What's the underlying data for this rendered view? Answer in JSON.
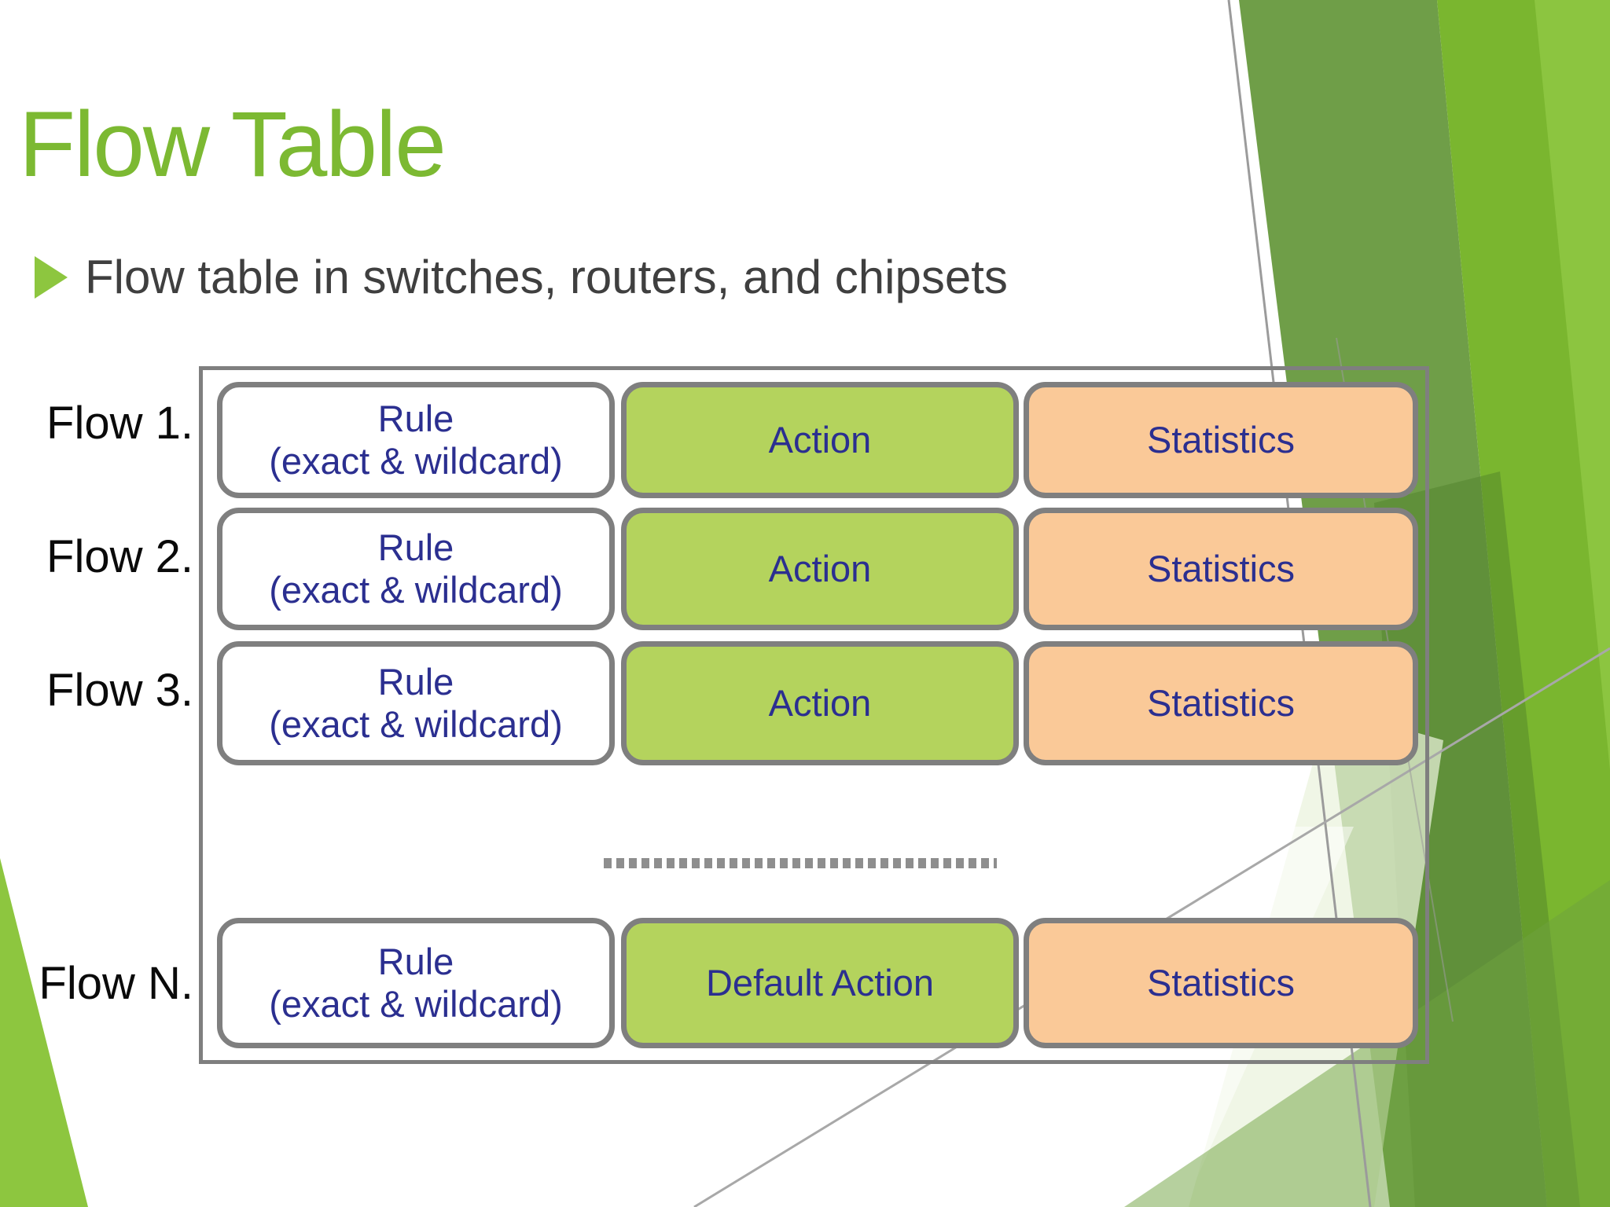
{
  "slide": {
    "title": "Flow Table",
    "bullet_text": "Flow table in switches, routers, and chipsets"
  },
  "flow_table": {
    "rows": [
      {
        "label": "Flow 1.",
        "rule_title": "Rule",
        "rule_detail": "(exact & wildcard)",
        "action": "Action",
        "statistics": "Statistics"
      },
      {
        "label": "Flow 2.",
        "rule_title": "Rule",
        "rule_detail": "(exact & wildcard)",
        "action": "Action",
        "statistics": "Statistics"
      },
      {
        "label": "Flow 3.",
        "rule_title": "Rule",
        "rule_detail": "(exact & wildcard)",
        "action": "Action",
        "statistics": "Statistics"
      },
      {
        "label": "Flow N.",
        "rule_title": "Rule",
        "rule_detail": "(exact & wildcard)",
        "action": "Default Action",
        "statistics": "Statistics"
      }
    ]
  },
  "colors": {
    "title_green": "#7cb932",
    "arrow_green": "#8dc63f",
    "text_gray": "#3f3f3f",
    "navy": "#2b2f90",
    "border_gray": "#7f7f7f",
    "rule_fill": "#ffffff",
    "action_fill": "#b4d35d",
    "stats_fill": "#fac998",
    "bg_olive": "#6f9e48",
    "bg_bright": "#7ab62f",
    "bg_light": "#8cc540",
    "bg_dark_wedge": "#4e7f2a",
    "corner_triangle_green": "#8dc63f"
  }
}
